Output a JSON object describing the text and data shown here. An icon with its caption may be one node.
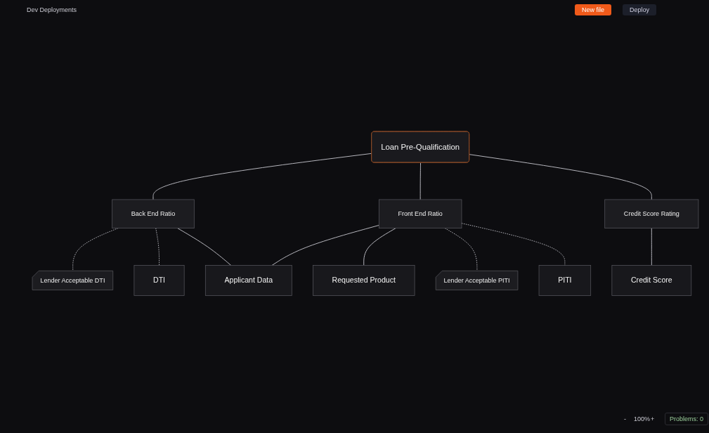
{
  "diagram": {
    "nodes": [
      {
        "text": [
          "Loan Pre-Qualification"
        ]
      },
      {
        "text": [
          "Lender Acceptable DTI"
        ]
      },
      {
        "text": [
          "Back End Ratio"
        ]
      },
      {
        "text": [
          "Front End Ratio"
        ]
      },
      {
        "text": [
          "Lender Acceptable PITI"
        ]
      },
      {
        "text": [
          "Credit Score Rating"
        ]
      },
      {
        "text": [
          "DTI"
        ]
      },
      {
        "text": [
          "Applicant Data"
        ]
      },
      {
        "text": [
          "Requested Product"
        ]
      },
      {
        "text": [
          "PITI"
        ]
      },
      {
        "text": [
          "Credit Score"
        ]
      }
    ],
    "edges": [
      {
        "from": 0,
        "to": 2,
        "arrow": "none"
      },
      {
        "from": 0,
        "to": 3,
        "arrow": "none"
      },
      {
        "from": 0,
        "to": 5,
        "arrow": "none"
      },
      {
        "from": 2,
        "to": 1,
        "arrow": "none",
        "style": "dashed"
      },
      {
        "from": 2,
        "to": 6,
        "arrow": "none",
        "style": "dashed"
      },
      {
        "from": 2,
        "to": 7,
        "arrow": "none"
      },
      {
        "from": 3,
        "to": 7,
        "arrow": "none"
      },
      {
        "from": 3,
        "to": 8,
        "arrow": "none"
      },
      {
        "from": 3,
        "to": 4,
        "arrow": "none",
        "style": "dashed"
      },
      {
        "from": 3,
        "to": 9,
        "arrow": "none",
        "style": "dashed"
      },
      {
        "from": 5,
        "to": 10,
        "arrow": "none"
      }
    ],
    "labels": [
      "Dev Deployments",
      "New file",
      "Deploy",
      "-",
      "100%",
      "+",
      "Problems: 0"
    ]
  }
}
